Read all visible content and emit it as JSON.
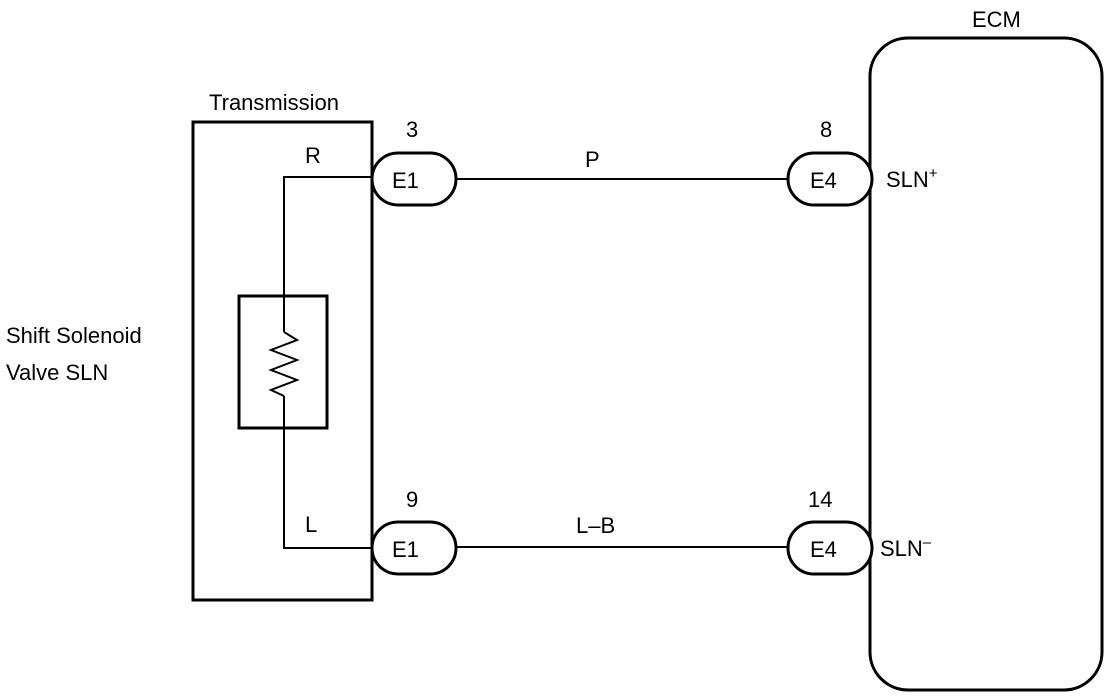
{
  "ecm": {
    "label": "ECM"
  },
  "transmission": {
    "label": "Transmission"
  },
  "solenoid": {
    "label_line1": "Shift Solenoid",
    "label_line2": "Valve SLN"
  },
  "wires": {
    "top": {
      "harness_color": "P",
      "solenoid_side_color": "R"
    },
    "bottom": {
      "harness_color": "L–B",
      "solenoid_side_color": "L"
    }
  },
  "connectors": {
    "trans_top": {
      "name": "E1",
      "pin": "3"
    },
    "trans_bottom": {
      "name": "E1",
      "pin": "9"
    },
    "ecm_top": {
      "name": "E4",
      "pin": "8"
    },
    "ecm_bottom": {
      "name": "E4",
      "pin": "14"
    }
  },
  "terminals": {
    "top": {
      "base": "SLN",
      "sign": "+"
    },
    "bottom": {
      "base": "SLN",
      "sign": "–"
    }
  }
}
